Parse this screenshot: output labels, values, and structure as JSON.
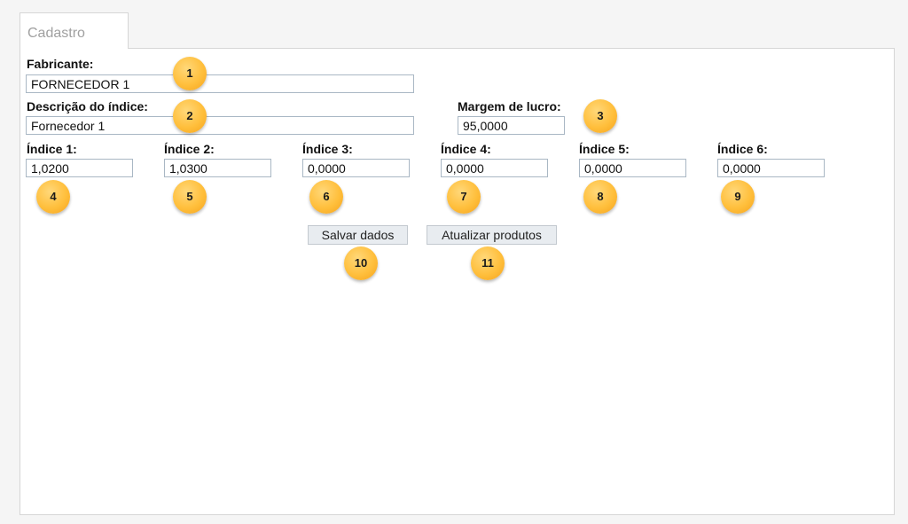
{
  "tab": {
    "label": "Cadastro"
  },
  "form": {
    "fabricante": {
      "label": "Fabricante:",
      "value": "FORNECEDOR 1"
    },
    "descricao": {
      "label": "Descrição do índice:",
      "value": "Fornecedor 1"
    },
    "margem": {
      "label": "Margem de lucro:",
      "value": "95,0000"
    },
    "indices": [
      {
        "label": "Índice 1:",
        "value": "1,0200"
      },
      {
        "label": "Índice 2:",
        "value": "1,0300"
      },
      {
        "label": "Índice 3:",
        "value": "0,0000"
      },
      {
        "label": "Índice 4:",
        "value": "0,0000"
      },
      {
        "label": "Índice 5:",
        "value": "0,0000"
      },
      {
        "label": "Índice 6:",
        "value": "0,0000"
      }
    ]
  },
  "buttons": {
    "save_label": "Salvar dados",
    "update_label": "Atualizar produtos"
  },
  "callouts": [
    "1",
    "2",
    "3",
    "4",
    "5",
    "6",
    "7",
    "8",
    "9",
    "10",
    "11"
  ],
  "colors": {
    "badge": "#ffbf3c",
    "input_border": "#a9b7c4",
    "button_bg": "#e8ecf0"
  }
}
